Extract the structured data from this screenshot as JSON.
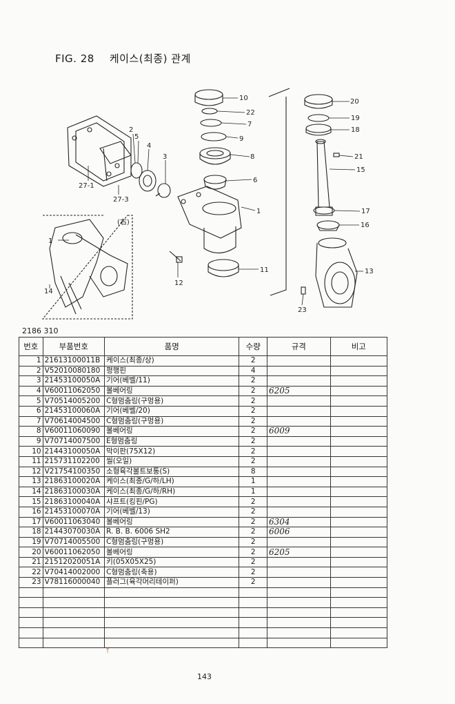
{
  "figure": {
    "number": "FIG. 28",
    "title": "케이스(최종) 관계"
  },
  "diagram": {
    "callouts": [
      "10",
      "22",
      "7",
      "9",
      "8",
      "6",
      "1",
      "11",
      "12",
      "2",
      "5",
      "4",
      "3",
      "27-1",
      "27-3",
      "20",
      "19",
      "18",
      "21",
      "15",
      "17",
      "16",
      "13",
      "23",
      "14"
    ],
    "inset_label": "(右)"
  },
  "table_code": "2186 310",
  "table": {
    "headers": [
      "번호",
      "부품번호",
      "품명",
      "수량",
      "규격",
      "비고"
    ],
    "rows": [
      {
        "no": "1",
        "part": "21613100011B",
        "name": "케이스(최종/상)",
        "qty": "2",
        "spec": "",
        "note": ""
      },
      {
        "no": "2",
        "part": "V52010080180",
        "name": "평행핀",
        "qty": "4",
        "spec": "",
        "note": ""
      },
      {
        "no": "3",
        "part": "21453100050A",
        "name": "기어(베벨/11)",
        "qty": "2",
        "spec": "",
        "note": ""
      },
      {
        "no": "4",
        "part": "V60011062050",
        "name": "볼베어링",
        "qty": "2",
        "spec": "6205",
        "note": ""
      },
      {
        "no": "5",
        "part": "V70514005200",
        "name": "C형멈춤링(구멍용)",
        "qty": "2",
        "spec": "",
        "note": ""
      },
      {
        "no": "6",
        "part": "21453100060A",
        "name": "기어(베벨/20)",
        "qty": "2",
        "spec": "",
        "note": ""
      },
      {
        "no": "7",
        "part": "V70614004500",
        "name": "C형멈춤링(구멍용)",
        "qty": "2",
        "spec": "",
        "note": ""
      },
      {
        "no": "8",
        "part": "V60011060090",
        "name": "볼베어링",
        "qty": "2",
        "spec": "6009",
        "note": ""
      },
      {
        "no": "9",
        "part": "V70714007500",
        "name": "E형멈춤링",
        "qty": "2",
        "spec": "",
        "note": ""
      },
      {
        "no": "10",
        "part": "21443100050A",
        "name": "막이판(75X12)",
        "qty": "2",
        "spec": "",
        "note": ""
      },
      {
        "no": "11",
        "part": "215731102200",
        "name": "씰(오일)",
        "qty": "2",
        "spec": "",
        "note": ""
      },
      {
        "no": "12",
        "part": "V21754100350",
        "name": "소형육각볼트보통(S)",
        "qty": "8",
        "spec": "",
        "note": ""
      },
      {
        "no": "13",
        "part": "21863100020A",
        "name": "케이스(최종/G/하/LH)",
        "qty": "1",
        "spec": "",
        "note": ""
      },
      {
        "no": "14",
        "part": "21863100030A",
        "name": "케이스(최종/G/하/RH)",
        "qty": "1",
        "spec": "",
        "note": ""
      },
      {
        "no": "15",
        "part": "21863100040A",
        "name": "샤프트(킹핀/PG)",
        "qty": "2",
        "spec": "",
        "note": ""
      },
      {
        "no": "16",
        "part": "21453100070A",
        "name": "기어(베벨/13)",
        "qty": "2",
        "spec": "",
        "note": ""
      },
      {
        "no": "17",
        "part": "V60011063040",
        "name": "볼베어링",
        "qty": "2",
        "spec": "6304",
        "note": ""
      },
      {
        "no": "18",
        "part": "21443070030A",
        "name": "R. B. B. 6006 SH2",
        "qty": "2",
        "spec": "6006",
        "note": ""
      },
      {
        "no": "19",
        "part": "V70714005500",
        "name": "C형멈춤링(구멍용)",
        "qty": "2",
        "spec": "",
        "note": ""
      },
      {
        "no": "20",
        "part": "V60011062050",
        "name": "볼베어링",
        "qty": "2",
        "spec": "6205",
        "note": ""
      },
      {
        "no": "21",
        "part": "21512020051A",
        "name": "키(05X05X25)",
        "qty": "2",
        "spec": "",
        "note": ""
      },
      {
        "no": "22",
        "part": "V70414002000",
        "name": "C형멈춤링(축용)",
        "qty": "2",
        "spec": "",
        "note": ""
      },
      {
        "no": "23",
        "part": "V78116000040",
        "name": "플러그(육각머리테이퍼)",
        "qty": "2",
        "spec": "",
        "note": ""
      },
      {
        "no": "",
        "part": "",
        "name": "",
        "qty": "",
        "spec": "",
        "note": ""
      },
      {
        "no": "",
        "part": "",
        "name": "",
        "qty": "",
        "spec": "",
        "note": ""
      },
      {
        "no": "",
        "part": "",
        "name": "",
        "qty": "",
        "spec": "",
        "note": ""
      },
      {
        "no": "",
        "part": "",
        "name": "",
        "qty": "",
        "spec": "",
        "note": ""
      },
      {
        "no": "",
        "part": "",
        "name": "",
        "qty": "",
        "spec": "",
        "note": ""
      },
      {
        "no": "",
        "part": "",
        "name": "",
        "qty": "",
        "spec": "",
        "note": ""
      }
    ]
  },
  "page_number": "143"
}
